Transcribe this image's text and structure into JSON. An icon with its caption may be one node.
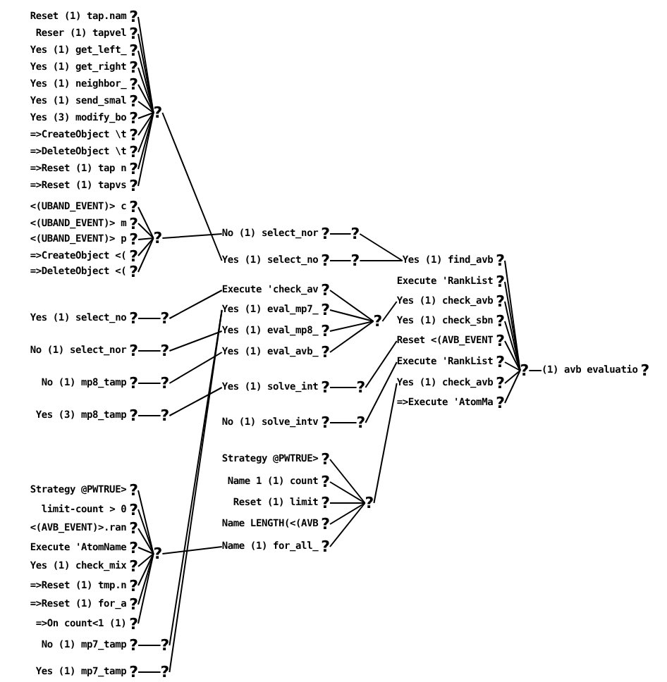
{
  "diagram": {
    "nodes": [
      {
        "text": [
          "Reset (1) tap.nam",
          "?"
        ]
      },
      {
        "text": [
          "Reser (1) tapvel",
          "?"
        ]
      },
      {
        "text": [
          "Yes (1) get_left_",
          "?"
        ]
      },
      {
        "text": [
          "Yes (1) get_right",
          "?"
        ]
      },
      {
        "text": [
          "Yes (1) neighbor_",
          "?"
        ]
      },
      {
        "text": [
          "Yes (1) send_smal",
          "?"
        ]
      },
      {
        "text": [
          "Yes (3) modify_bo",
          "?"
        ]
      },
      {
        "text": [
          "=>CreateObject \\t",
          "?"
        ]
      },
      {
        "text": [
          "=>DeleteObject \\t",
          "?"
        ]
      },
      {
        "text": [
          "=>Reset (1) tap n",
          "?"
        ]
      },
      {
        "text": [
          "=>Reset (1) tapvs",
          "?"
        ]
      },
      {
        "text": [
          "?"
        ]
      },
      {
        "text": [
          "<(UBAND_EVENT)> c",
          "?"
        ]
      },
      {
        "text": [
          "<(UBAND_EVENT)> m",
          "?"
        ]
      },
      {
        "text": [
          "<(UBAND_EVENT)> p",
          "?"
        ]
      },
      {
        "text": [
          "=>CreateObject <(",
          "?"
        ]
      },
      {
        "text": [
          "=>DeleteObject <(",
          "?"
        ]
      },
      {
        "text": [
          "?"
        ]
      },
      {
        "text": [
          "Yes (1) select_no",
          "?"
        ]
      },
      {
        "text": [
          "?"
        ]
      },
      {
        "text": [
          "No (1) select_nor",
          "?"
        ]
      },
      {
        "text": [
          "?"
        ]
      },
      {
        "text": [
          "No (1) mp8_tamp",
          "?"
        ]
      },
      {
        "text": [
          "?"
        ]
      },
      {
        "text": [
          "Yes (3) mp8_tamp",
          "?"
        ]
      },
      {
        "text": [
          "?"
        ]
      },
      {
        "text": [
          "Strategy @PWTRUE>",
          "?"
        ]
      },
      {
        "text": [
          "limit-count > 0",
          "?"
        ]
      },
      {
        "text": [
          "<(AVB_EVENT)>.ran",
          "?"
        ]
      },
      {
        "text": [
          "Execute 'AtomName",
          "?"
        ]
      },
      {
        "text": [
          "Yes (1) check_mix",
          "?"
        ]
      },
      {
        "text": [
          "=>Reset (1) tmp.n",
          "?"
        ]
      },
      {
        "text": [
          "=>Reset (1) for_a",
          "?"
        ]
      },
      {
        "text": [
          "=>On count<1 (1)",
          "?"
        ]
      },
      {
        "text": [
          "?"
        ]
      },
      {
        "text": [
          "No (1) mp7_tamp",
          "?"
        ]
      },
      {
        "text": [
          "?"
        ]
      },
      {
        "text": [
          "Yes (1) mp7_tamp",
          "?"
        ]
      },
      {
        "text": [
          "?"
        ]
      },
      {
        "text": [
          "No (1) select_nor",
          "?"
        ]
      },
      {
        "text": [
          "?"
        ]
      },
      {
        "text": [
          "Yes (1) select_no",
          "?"
        ]
      },
      {
        "text": [
          "?"
        ]
      },
      {
        "text": [
          "Execute 'check_av",
          "?"
        ]
      },
      {
        "text": [
          "Yes (1) eval_mp7_",
          "?"
        ]
      },
      {
        "text": [
          "Yes (1) eval_mp8_",
          "?"
        ]
      },
      {
        "text": [
          "Yes (1) eval_avb_",
          "?"
        ]
      },
      {
        "text": [
          "?"
        ]
      },
      {
        "text": [
          "Yes (1) solve_int",
          "?"
        ]
      },
      {
        "text": [
          "?"
        ]
      },
      {
        "text": [
          "No (1) solve_intv",
          "?"
        ]
      },
      {
        "text": [
          "?"
        ]
      },
      {
        "text": [
          "Strategy @PWTRUE>",
          "?"
        ]
      },
      {
        "text": [
          "Name 1 (1) count",
          "?"
        ]
      },
      {
        "text": [
          "Reset (1) limit",
          "?"
        ]
      },
      {
        "text": [
          "Name LENGTH(<(AVB",
          "?"
        ]
      },
      {
        "text": [
          "Name (1) for_all_",
          "?"
        ]
      },
      {
        "text": [
          "?"
        ]
      },
      {
        "text": [
          "Yes (1) find_avb",
          "?"
        ]
      },
      {
        "text": [
          "Execute 'RankList",
          "?"
        ]
      },
      {
        "text": [
          "Yes (1) check_avb",
          "?"
        ]
      },
      {
        "text": [
          "Yes (1) check_sbn",
          "?"
        ]
      },
      {
        "text": [
          "Reset <(AVB_EVENT",
          "?"
        ]
      },
      {
        "text": [
          "Execute 'RankList",
          "?"
        ]
      },
      {
        "text": [
          "Yes (1) check_avb",
          "?"
        ]
      },
      {
        "text": [
          "=>Execute 'AtomMa",
          "?"
        ]
      },
      {
        "text": [
          "?"
        ]
      },
      {
        "text": [
          "(1) avb evaluatio",
          "?"
        ]
      }
    ],
    "edges": [
      {
        "from": 0,
        "to": 11,
        "arrow": "none"
      },
      {
        "from": 1,
        "to": 11,
        "arrow": "none"
      },
      {
        "from": 2,
        "to": 11,
        "arrow": "none"
      },
      {
        "from": 3,
        "to": 11,
        "arrow": "none"
      },
      {
        "from": 4,
        "to": 11,
        "arrow": "none"
      },
      {
        "from": 5,
        "to": 11,
        "arrow": "none"
      },
      {
        "from": 6,
        "to": 11,
        "arrow": "none"
      },
      {
        "from": 7,
        "to": 11,
        "arrow": "none"
      },
      {
        "from": 8,
        "to": 11,
        "arrow": "none"
      },
      {
        "from": 9,
        "to": 11,
        "arrow": "none"
      },
      {
        "from": 10,
        "to": 11,
        "arrow": "none"
      },
      {
        "from": 11,
        "to": 41,
        "arrow": "none"
      },
      {
        "from": 12,
        "to": 17,
        "arrow": "none"
      },
      {
        "from": 13,
        "to": 17,
        "arrow": "none"
      },
      {
        "from": 14,
        "to": 17,
        "arrow": "none"
      },
      {
        "from": 15,
        "to": 17,
        "arrow": "none"
      },
      {
        "from": 16,
        "to": 17,
        "arrow": "none"
      },
      {
        "from": 17,
        "to": 39,
        "arrow": "none"
      },
      {
        "from": 18,
        "to": 19,
        "arrow": "none"
      },
      {
        "from": 19,
        "to": 43,
        "arrow": "none"
      },
      {
        "from": 20,
        "to": 21,
        "arrow": "none"
      },
      {
        "from": 21,
        "to": 45,
        "arrow": "none"
      },
      {
        "from": 22,
        "to": 23,
        "arrow": "none"
      },
      {
        "from": 23,
        "to": 46,
        "arrow": "none"
      },
      {
        "from": 24,
        "to": 25,
        "arrow": "none"
      },
      {
        "from": 25,
        "to": 48,
        "arrow": "none"
      },
      {
        "from": 26,
        "to": 34,
        "arrow": "none"
      },
      {
        "from": 27,
        "to": 34,
        "arrow": "none"
      },
      {
        "from": 28,
        "to": 34,
        "arrow": "none"
      },
      {
        "from": 29,
        "to": 34,
        "arrow": "none"
      },
      {
        "from": 30,
        "to": 34,
        "arrow": "none"
      },
      {
        "from": 31,
        "to": 34,
        "arrow": "none"
      },
      {
        "from": 32,
        "to": 34,
        "arrow": "none"
      },
      {
        "from": 33,
        "to": 34,
        "arrow": "none"
      },
      {
        "from": 34,
        "to": 56,
        "arrow": "none"
      },
      {
        "from": 35,
        "to": 36,
        "arrow": "none"
      },
      {
        "from": 36,
        "to": 44,
        "arrow": "none"
      },
      {
        "from": 37,
        "to": 38,
        "arrow": "none"
      },
      {
        "from": 38,
        "to": 44,
        "arrow": "none"
      },
      {
        "from": 39,
        "to": 40,
        "arrow": "none"
      },
      {
        "from": 40,
        "to": 58,
        "arrow": "none"
      },
      {
        "from": 41,
        "to": 42,
        "arrow": "none"
      },
      {
        "from": 42,
        "to": 58,
        "arrow": "none"
      },
      {
        "from": 43,
        "to": 47,
        "arrow": "none"
      },
      {
        "from": 44,
        "to": 47,
        "arrow": "none"
      },
      {
        "from": 45,
        "to": 47,
        "arrow": "none"
      },
      {
        "from": 46,
        "to": 47,
        "arrow": "none"
      },
      {
        "from": 47,
        "to": 60,
        "arrow": "none"
      },
      {
        "from": 48,
        "to": 49,
        "arrow": "none"
      },
      {
        "from": 49,
        "to": 62,
        "arrow": "none"
      },
      {
        "from": 50,
        "to": 51,
        "arrow": "none"
      },
      {
        "from": 51,
        "to": 63,
        "arrow": "none"
      },
      {
        "from": 52,
        "to": 57,
        "arrow": "none"
      },
      {
        "from": 53,
        "to": 57,
        "arrow": "none"
      },
      {
        "from": 54,
        "to": 57,
        "arrow": "none"
      },
      {
        "from": 55,
        "to": 57,
        "arrow": "none"
      },
      {
        "from": 56,
        "to": 57,
        "arrow": "none"
      },
      {
        "from": 57,
        "to": 64,
        "arrow": "none"
      },
      {
        "from": 58,
        "to": 66,
        "arrow": "none"
      },
      {
        "from": 59,
        "to": 66,
        "arrow": "none"
      },
      {
        "from": 60,
        "to": 66,
        "arrow": "none"
      },
      {
        "from": 61,
        "to": 66,
        "arrow": "none"
      },
      {
        "from": 62,
        "to": 66,
        "arrow": "none"
      },
      {
        "from": 63,
        "to": 66,
        "arrow": "none"
      },
      {
        "from": 64,
        "to": 66,
        "arrow": "none"
      },
      {
        "from": 65,
        "to": 66,
        "arrow": "none"
      },
      {
        "from": 66,
        "to": 67,
        "arrow": "none"
      }
    ]
  }
}
